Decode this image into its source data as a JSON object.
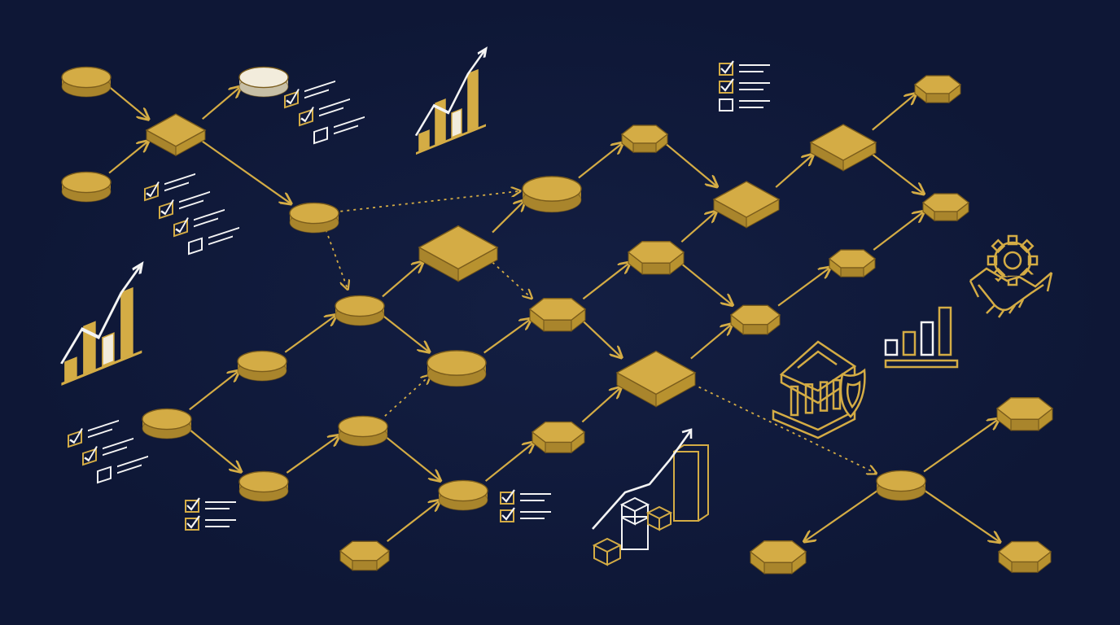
{
  "diagram": {
    "kind": "isometric-flow-network",
    "colors": {
      "background": "#0e1736",
      "gold": "#d4ac45",
      "gold_dark": "#8a6a1f",
      "gold_side": "#a9852c",
      "cream": "#f2ecdc",
      "white": "#f4f4f4"
    },
    "nodes": [
      {
        "id": "n1",
        "shape": "disk",
        "fill": "gold"
      },
      {
        "id": "n2",
        "shape": "disk",
        "fill": "cream"
      },
      {
        "id": "n3",
        "shape": "diamond",
        "fill": "gold"
      },
      {
        "id": "n4",
        "shape": "disk",
        "fill": "gold"
      },
      {
        "id": "n5",
        "shape": "disk",
        "fill": "gold"
      },
      {
        "id": "n6",
        "shape": "diamond",
        "fill": "gold"
      },
      {
        "id": "n7",
        "shape": "disk",
        "fill": "gold"
      },
      {
        "id": "n8",
        "shape": "hexagon",
        "fill": "gold"
      },
      {
        "id": "n9",
        "shape": "disk",
        "fill": "gold"
      },
      {
        "id": "n10",
        "shape": "disk",
        "fill": "gold"
      },
      {
        "id": "n11",
        "shape": "disk",
        "fill": "gold"
      },
      {
        "id": "n12",
        "shape": "disk",
        "fill": "gold"
      },
      {
        "id": "n13",
        "shape": "disk",
        "fill": "gold"
      },
      {
        "id": "n14",
        "shape": "disk",
        "fill": "gold"
      },
      {
        "id": "n15",
        "shape": "disk",
        "fill": "gold"
      },
      {
        "id": "n16",
        "shape": "hexagon",
        "fill": "gold"
      },
      {
        "id": "n17",
        "shape": "hexagon",
        "fill": "gold"
      },
      {
        "id": "n18",
        "shape": "diamond",
        "fill": "gold"
      },
      {
        "id": "n19",
        "shape": "hexagon",
        "fill": "gold"
      },
      {
        "id": "n20",
        "shape": "diamond",
        "fill": "gold"
      },
      {
        "id": "n21",
        "shape": "hexagon",
        "fill": "gold"
      },
      {
        "id": "n22",
        "shape": "hexagon",
        "fill": "gold"
      },
      {
        "id": "n23",
        "shape": "hexagon",
        "fill": "gold"
      },
      {
        "id": "n24",
        "shape": "diamond",
        "fill": "gold"
      },
      {
        "id": "n25",
        "shape": "hexagon",
        "fill": "gold"
      },
      {
        "id": "n26",
        "shape": "hexagon",
        "fill": "gold"
      },
      {
        "id": "n27",
        "shape": "disk",
        "fill": "gold"
      },
      {
        "id": "n28",
        "shape": "hexagon",
        "fill": "gold"
      },
      {
        "id": "n29",
        "shape": "hexagon",
        "fill": "gold"
      },
      {
        "id": "n30",
        "shape": "hexagon",
        "fill": "gold"
      }
    ],
    "edges": [
      {
        "from": "n1",
        "to": "n3",
        "style": "solid"
      },
      {
        "from": "n5",
        "to": "n3",
        "style": "solid"
      },
      {
        "from": "n3",
        "to": "n2",
        "style": "solid"
      },
      {
        "from": "n3",
        "to": "n4",
        "style": "solid"
      },
      {
        "from": "n4",
        "to": "n7",
        "style": "dotted"
      },
      {
        "from": "n4",
        "to": "n9",
        "style": "dotted"
      },
      {
        "from": "n9",
        "to": "n6",
        "style": "solid"
      },
      {
        "from": "n6",
        "to": "n7",
        "style": "solid"
      },
      {
        "from": "n6",
        "to": "n17",
        "style": "dotted"
      },
      {
        "from": "n7",
        "to": "n8",
        "style": "solid"
      },
      {
        "from": "n8",
        "to": "n20",
        "style": "solid"
      },
      {
        "from": "n10",
        "to": "n9",
        "style": "solid"
      },
      {
        "from": "n9",
        "to": "n11",
        "style": "solid"
      },
      {
        "from": "n12",
        "to": "n10",
        "style": "solid"
      },
      {
        "from": "n12",
        "to": "n13",
        "style": "solid"
      },
      {
        "from": "n13",
        "to": "n14",
        "style": "solid"
      },
      {
        "from": "n14",
        "to": "n11",
        "style": "dotted"
      },
      {
        "from": "n14",
        "to": "n15",
        "style": "solid"
      },
      {
        "from": "n11",
        "to": "n17",
        "style": "solid"
      },
      {
        "from": "n17",
        "to": "n16",
        "style": "solid"
      },
      {
        "from": "n17",
        "to": "n18",
        "style": "solid"
      },
      {
        "from": "n16",
        "to": "n20",
        "style": "solid"
      },
      {
        "from": "n16",
        "to": "n21",
        "style": "solid"
      },
      {
        "from": "n18",
        "to": "n21",
        "style": "solid"
      },
      {
        "from": "n15",
        "to": "n19",
        "style": "solid"
      },
      {
        "from": "n19",
        "to": "n18",
        "style": "solid"
      },
      {
        "from": "n22",
        "to": "n15",
        "style": "solid"
      },
      {
        "from": "n20",
        "to": "n24",
        "style": "solid"
      },
      {
        "from": "n24",
        "to": "n23",
        "style": "solid"
      },
      {
        "from": "n24",
        "to": "n25",
        "style": "solid"
      },
      {
        "from": "n21",
        "to": "n26",
        "style": "solid"
      },
      {
        "from": "n26",
        "to": "n25",
        "style": "solid"
      },
      {
        "from": "n18",
        "to": "n27",
        "style": "dotted"
      },
      {
        "from": "n27",
        "to": "n28",
        "style": "solid"
      },
      {
        "from": "n27",
        "to": "n29",
        "style": "solid"
      },
      {
        "from": "n27",
        "to": "n30",
        "style": "solid"
      }
    ],
    "icons": [
      {
        "id": "checklist-a",
        "type": "checklist",
        "rows": [
          true,
          true,
          false
        ]
      },
      {
        "id": "checklist-b",
        "type": "checklist",
        "rows": [
          true,
          true,
          true,
          false
        ]
      },
      {
        "id": "checklist-c",
        "type": "checklist",
        "rows": [
          true,
          true,
          false
        ]
      },
      {
        "id": "checklist-d",
        "type": "checklist",
        "rows": [
          true,
          true,
          false
        ]
      },
      {
        "id": "checklist-e",
        "type": "checklist",
        "rows": [
          true,
          true
        ]
      },
      {
        "id": "checklist-f",
        "type": "checklist",
        "rows": [
          true,
          true
        ]
      },
      {
        "id": "growth-chart-top",
        "type": "growth-chart"
      },
      {
        "id": "growth-chart-left",
        "type": "growth-chart"
      },
      {
        "id": "growth-chart-bottom",
        "type": "growth-chart-3d"
      },
      {
        "id": "bar-chart-small",
        "type": "bar-chart"
      },
      {
        "id": "bank-shield",
        "type": "bank-shield-icon"
      },
      {
        "id": "handshake-gear",
        "type": "handshake-gear-icon"
      }
    ]
  }
}
